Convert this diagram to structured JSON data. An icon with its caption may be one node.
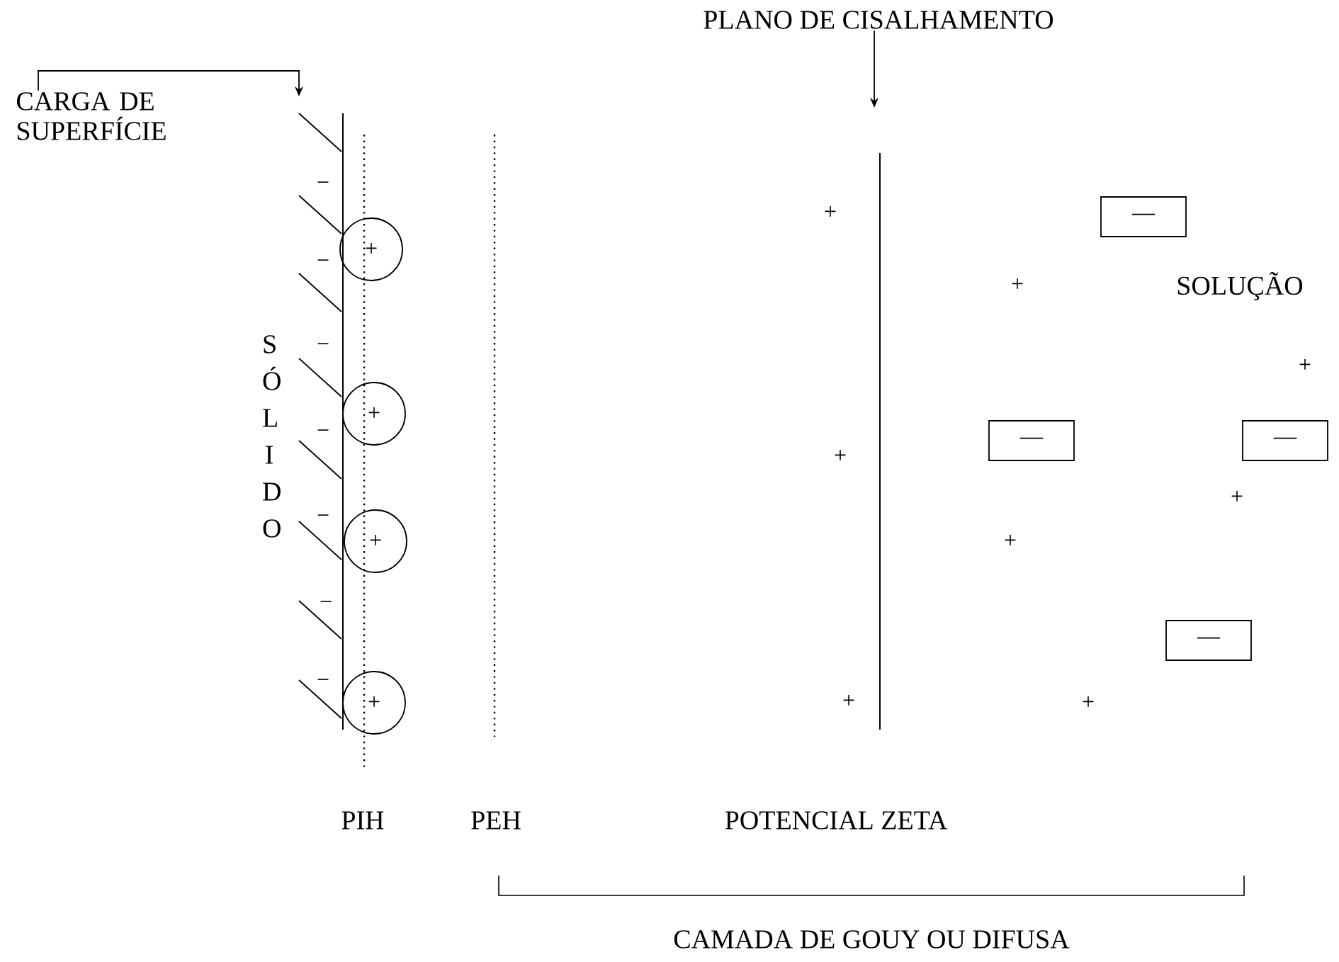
{
  "diagram": {
    "nodes": [
      {
        "text": [
          "CARGA DE SUPERFÍCIE"
        ]
      },
      {
        "text": [
          "PLANO DE CISALHAMENTO"
        ]
      },
      {
        "text": [
          "+"
        ]
      },
      {
        "text": [
          "+"
        ]
      },
      {
        "text": [
          "+"
        ]
      },
      {
        "text": [
          "+"
        ]
      },
      {
        "text": [
          "—"
        ]
      },
      {
        "text": [
          "—"
        ]
      },
      {
        "text": [
          "—"
        ]
      },
      {
        "text": [
          "—"
        ]
      }
    ],
    "edges": [
      {
        "from": 0,
        "to": null,
        "arrow": "to"
      },
      {
        "from": 1,
        "to": null,
        "arrow": "to"
      }
    ],
    "labels": [
      "−",
      "−",
      "−",
      "−",
      "−",
      "−",
      "−",
      "SÓLIDO",
      "+",
      "+",
      "SOLUÇÃO",
      "+",
      "+",
      "+",
      "+",
      "+",
      "+",
      "PIH",
      "PEH",
      "POTENCIAL ZETA",
      "CAMADA DE GOUY OU DIFUSA"
    ]
  }
}
